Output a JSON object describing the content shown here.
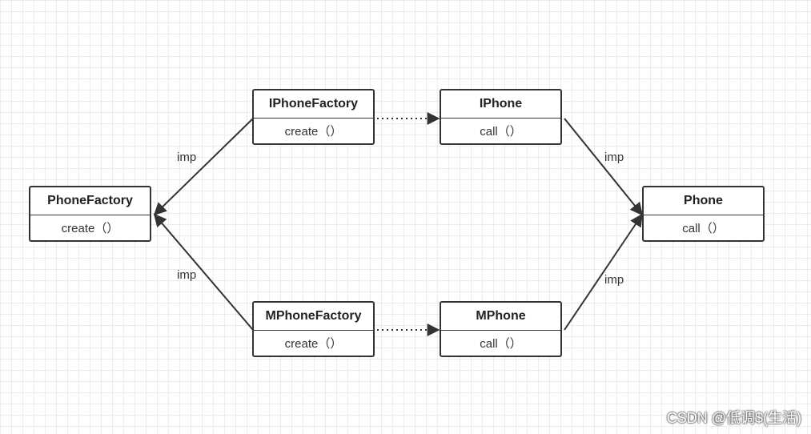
{
  "nodes": {
    "phone_factory": {
      "title": "PhoneFactory",
      "method": "create（）"
    },
    "iphone_factory": {
      "title": "IPhoneFactory",
      "method": "create（）"
    },
    "mphone_factory": {
      "title": "MPhoneFactory",
      "method": "create（）"
    },
    "iphone": {
      "title": "IPhone",
      "method": "call（）"
    },
    "mphone": {
      "title": "MPhone",
      "method": "call（）"
    },
    "phone": {
      "title": "Phone",
      "method": "call（）"
    }
  },
  "edges": {
    "iphone_factory_to_phone_factory": "imp",
    "mphone_factory_to_phone_factory": "imp",
    "iphone_to_phone": "imp",
    "mphone_to_phone": "imp"
  },
  "watermark": "CSDN @低调$(生活)",
  "colors": {
    "stroke": "#333333",
    "grid": "#ececec",
    "background": "#ffffff"
  }
}
